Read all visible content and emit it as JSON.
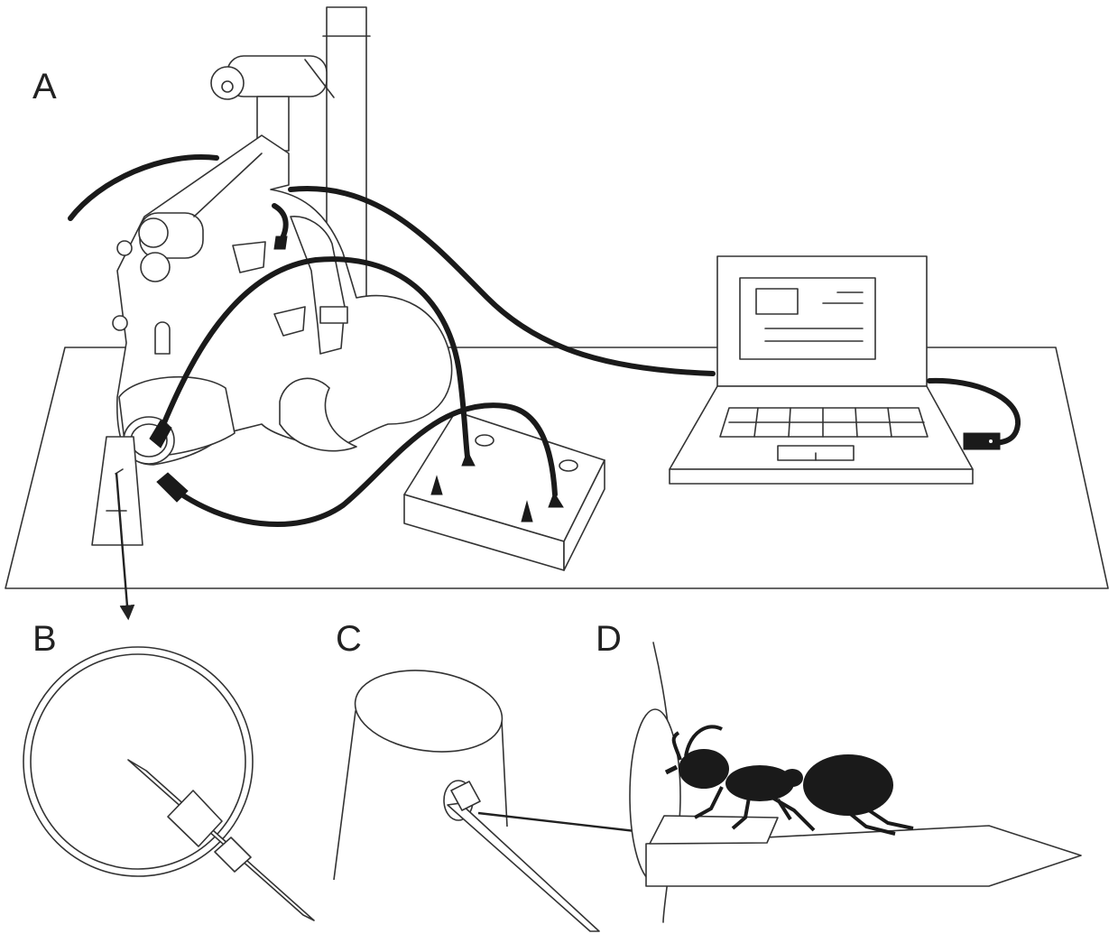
{
  "panels": {
    "a": {
      "label": "A"
    },
    "b": {
      "label": "B"
    },
    "c": {
      "label": "C"
    },
    "d": {
      "label": "D"
    }
  },
  "colors": {
    "line": "#333333",
    "cable": "#1a1a1a",
    "background": "#ffffff"
  }
}
